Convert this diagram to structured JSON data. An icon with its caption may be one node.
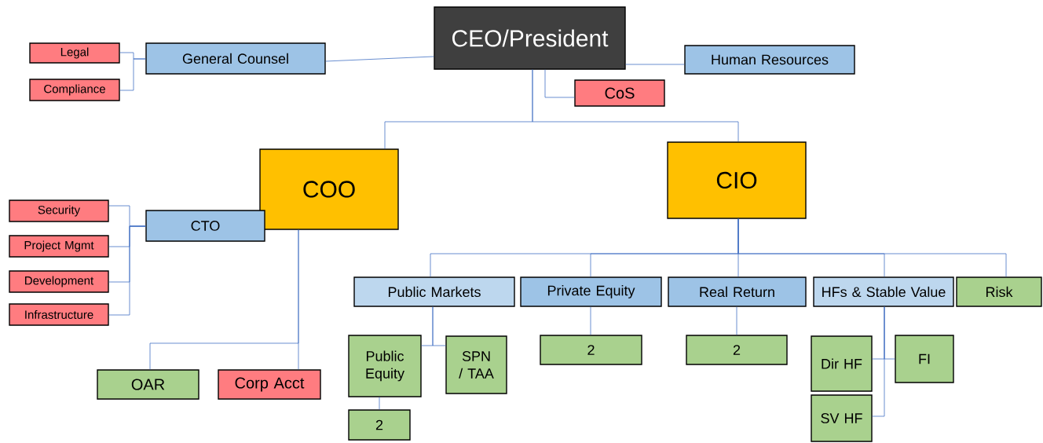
{
  "diagram": {
    "nodes": [
      {
        "text": [
          "CEO/President"
        ]
      },
      {
        "text": [
          "General Counsel"
        ]
      },
      {
        "text": [
          "Legal"
        ]
      },
      {
        "text": [
          "Compliance"
        ]
      },
      {
        "text": [
          "Human Resources"
        ]
      },
      {
        "text": [
          "CoS"
        ]
      },
      {
        "text": [
          "COO"
        ]
      },
      {
        "text": [
          "CIO"
        ]
      },
      {
        "text": [
          "CTO"
        ]
      },
      {
        "text": [
          "Security"
        ]
      },
      {
        "text": [
          "Project Mgmt"
        ]
      },
      {
        "text": [
          "Development"
        ]
      },
      {
        "text": [
          "Infrastructure"
        ]
      },
      {
        "text": [
          "OAR"
        ]
      },
      {
        "text": [
          "Corp Acct"
        ]
      },
      {
        "text": [
          "Public Markets"
        ]
      },
      {
        "text": [
          "Private Equity"
        ]
      },
      {
        "text": [
          "Real Return"
        ]
      },
      {
        "text": [
          "HFs & Stable Value"
        ]
      },
      {
        "text": [
          "Risk"
        ]
      },
      {
        "text": [
          "Public Equity"
        ]
      },
      {
        "text": [
          "SPN / TAA"
        ]
      },
      {
        "text": [
          "2"
        ]
      },
      {
        "text": [
          "2"
        ]
      },
      {
        "text": [
          "2"
        ]
      },
      {
        "text": [
          "Dir HF"
        ]
      },
      {
        "text": [
          "FI"
        ]
      },
      {
        "text": [
          "SV HF"
        ]
      }
    ],
    "edges": [
      {
        "from": 0,
        "to": 1,
        "arrow": "none"
      },
      {
        "from": 1,
        "to": 2,
        "arrow": "none"
      },
      {
        "from": 1,
        "to": 3,
        "arrow": "none"
      },
      {
        "from": 0,
        "to": 4,
        "arrow": "none"
      },
      {
        "from": 0,
        "to": 5,
        "arrow": "none"
      },
      {
        "from": 0,
        "to": 6,
        "arrow": "none"
      },
      {
        "from": 0,
        "to": 7,
        "arrow": "none"
      },
      {
        "from": 8,
        "to": 9,
        "arrow": "none"
      },
      {
        "from": 8,
        "to": 10,
        "arrow": "none"
      },
      {
        "from": 8,
        "to": 11,
        "arrow": "none"
      },
      {
        "from": 8,
        "to": 12,
        "arrow": "none"
      },
      {
        "from": 6,
        "to": 13,
        "arrow": "none"
      },
      {
        "from": 6,
        "to": 14,
        "arrow": "none"
      },
      {
        "from": 7,
        "to": 15,
        "arrow": "none"
      },
      {
        "from": 7,
        "to": 16,
        "arrow": "none"
      },
      {
        "from": 7,
        "to": 17,
        "arrow": "none"
      },
      {
        "from": 7,
        "to": 18,
        "arrow": "none"
      },
      {
        "from": 7,
        "to": 19,
        "arrow": "none"
      },
      {
        "from": 15,
        "to": 20,
        "arrow": "none"
      },
      {
        "from": 15,
        "to": 21,
        "arrow": "none"
      },
      {
        "from": 20,
        "to": 22,
        "arrow": "none"
      },
      {
        "from": 16,
        "to": 23,
        "arrow": "none"
      },
      {
        "from": 17,
        "to": 24,
        "arrow": "none"
      },
      {
        "from": 18,
        "to": 25,
        "arrow": "none"
      },
      {
        "from": 18,
        "to": 26,
        "arrow": "none"
      },
      {
        "from": 18,
        "to": 27,
        "arrow": "none"
      }
    ]
  }
}
